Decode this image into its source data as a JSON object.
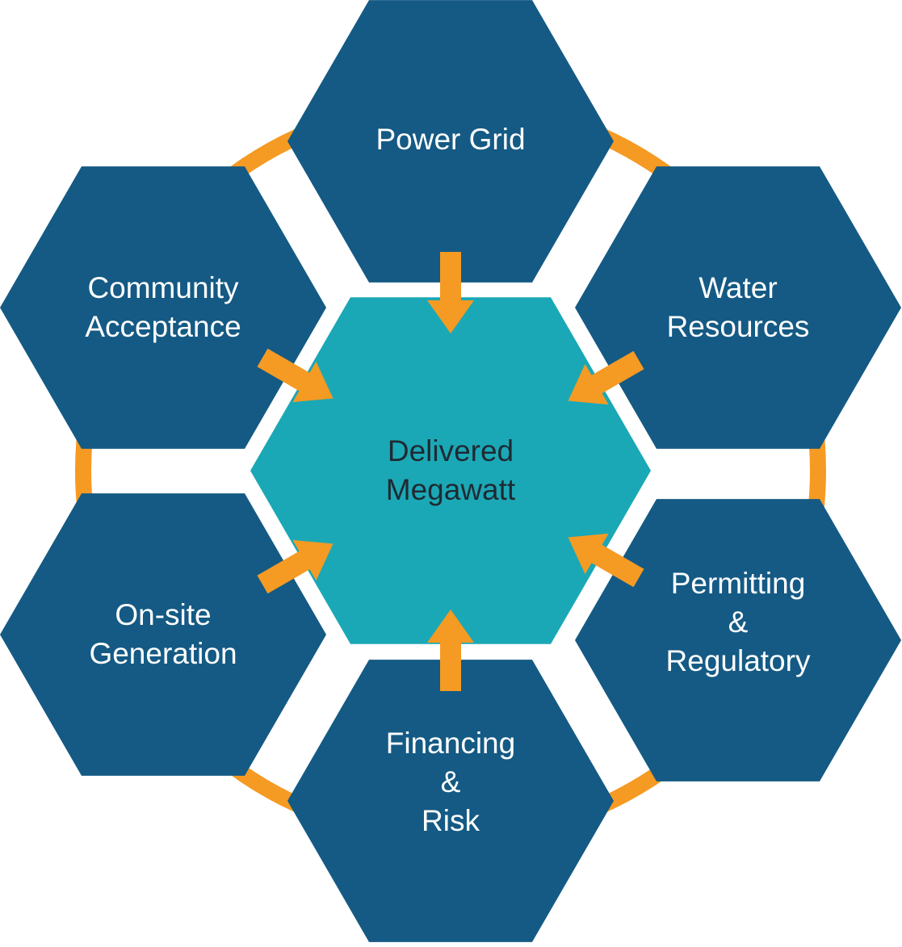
{
  "colors": {
    "outer_hex": "#145a84",
    "center_hex": "#1ba8b6",
    "accent": "#f59a23",
    "background": "#ffffff"
  },
  "center": {
    "lines": [
      "Delivered",
      "Megawatt"
    ]
  },
  "factors": [
    {
      "id": "power-grid",
      "lines": [
        "Power Grid"
      ]
    },
    {
      "id": "water-resources",
      "lines": [
        "Water",
        "Resources"
      ]
    },
    {
      "id": "permitting-regulatory",
      "lines": [
        "Permitting",
        "&",
        "Regulatory"
      ]
    },
    {
      "id": "financing-risk",
      "lines": [
        "Financing",
        "&",
        "Risk"
      ]
    },
    {
      "id": "on-site-generation",
      "lines": [
        "On-site",
        "Generation"
      ]
    },
    {
      "id": "community-acceptance",
      "lines": [
        "Community",
        "Acceptance"
      ]
    }
  ]
}
